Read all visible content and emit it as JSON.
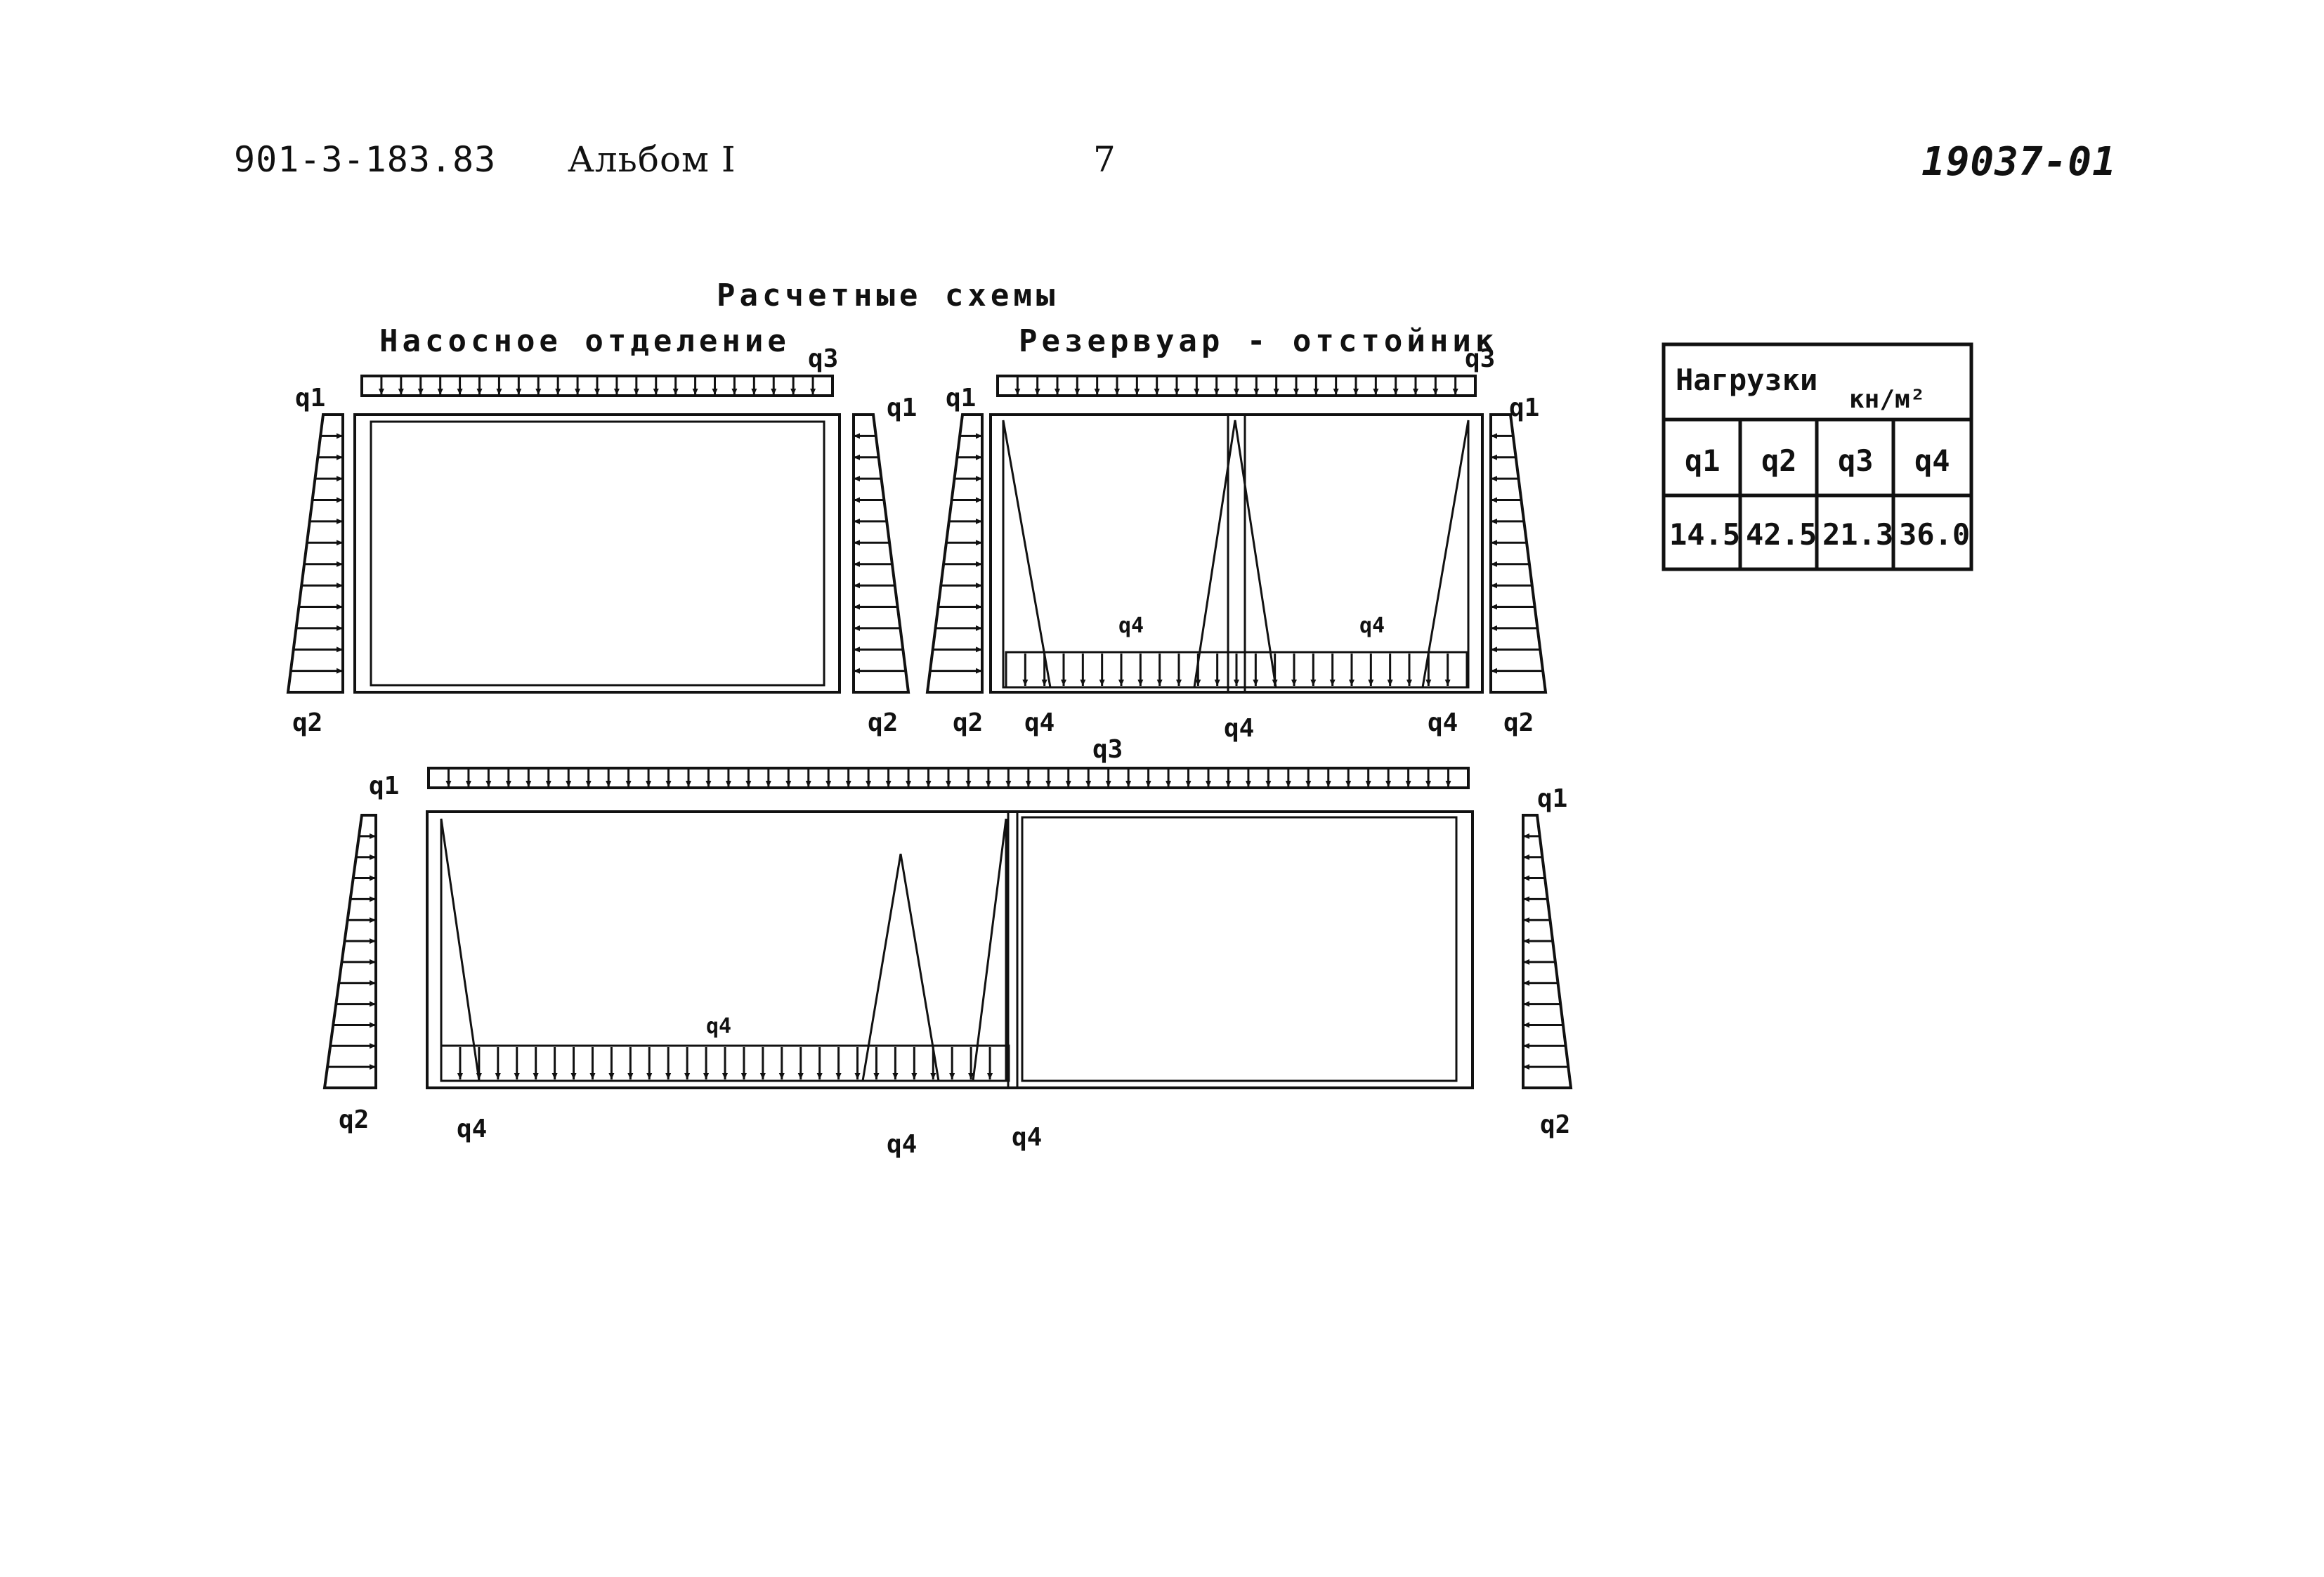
{
  "header": {
    "code": "901-3-183.83",
    "album": "Альбом I",
    "page": "7",
    "sheet": "19037-01"
  },
  "diagram": {
    "title": "Расчетные схемы",
    "section_pump": "Насосное отделение",
    "section_tank": "Резервуар - отстойник",
    "q1": "q1",
    "q2": "q2",
    "q3": "q3",
    "q4": "q4"
  },
  "loads_table": {
    "title": "Нагрузки",
    "unit": "кн/м²",
    "columns": [
      "q1",
      "q2",
      "q3",
      "q4"
    ],
    "values": [
      "14.5",
      "42.5",
      "21.3",
      "36.0"
    ]
  }
}
